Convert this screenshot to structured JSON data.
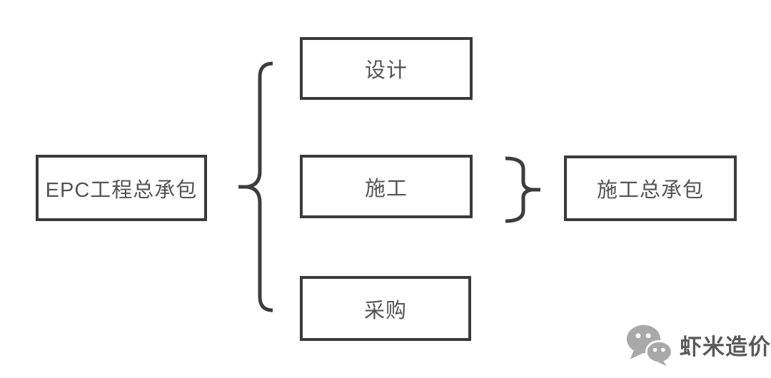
{
  "diagram": {
    "root": {
      "label": "EPC工程总承包"
    },
    "components": [
      {
        "label": "设计"
      },
      {
        "label": "施工"
      },
      {
        "label": "采购"
      }
    ],
    "right_group": {
      "label": "施工总承包"
    }
  },
  "watermark": {
    "brand": "虾米造价",
    "icon": "wechat-icon"
  },
  "colors": {
    "background": "#ffffff",
    "box_border": "#3a3a3a",
    "box_fill": "#ffffff",
    "box_text": "#545454",
    "brace_stroke": "#3d3d3d",
    "watermark_icon": "#a9a9a9",
    "watermark_text": "#5a5a5a"
  }
}
